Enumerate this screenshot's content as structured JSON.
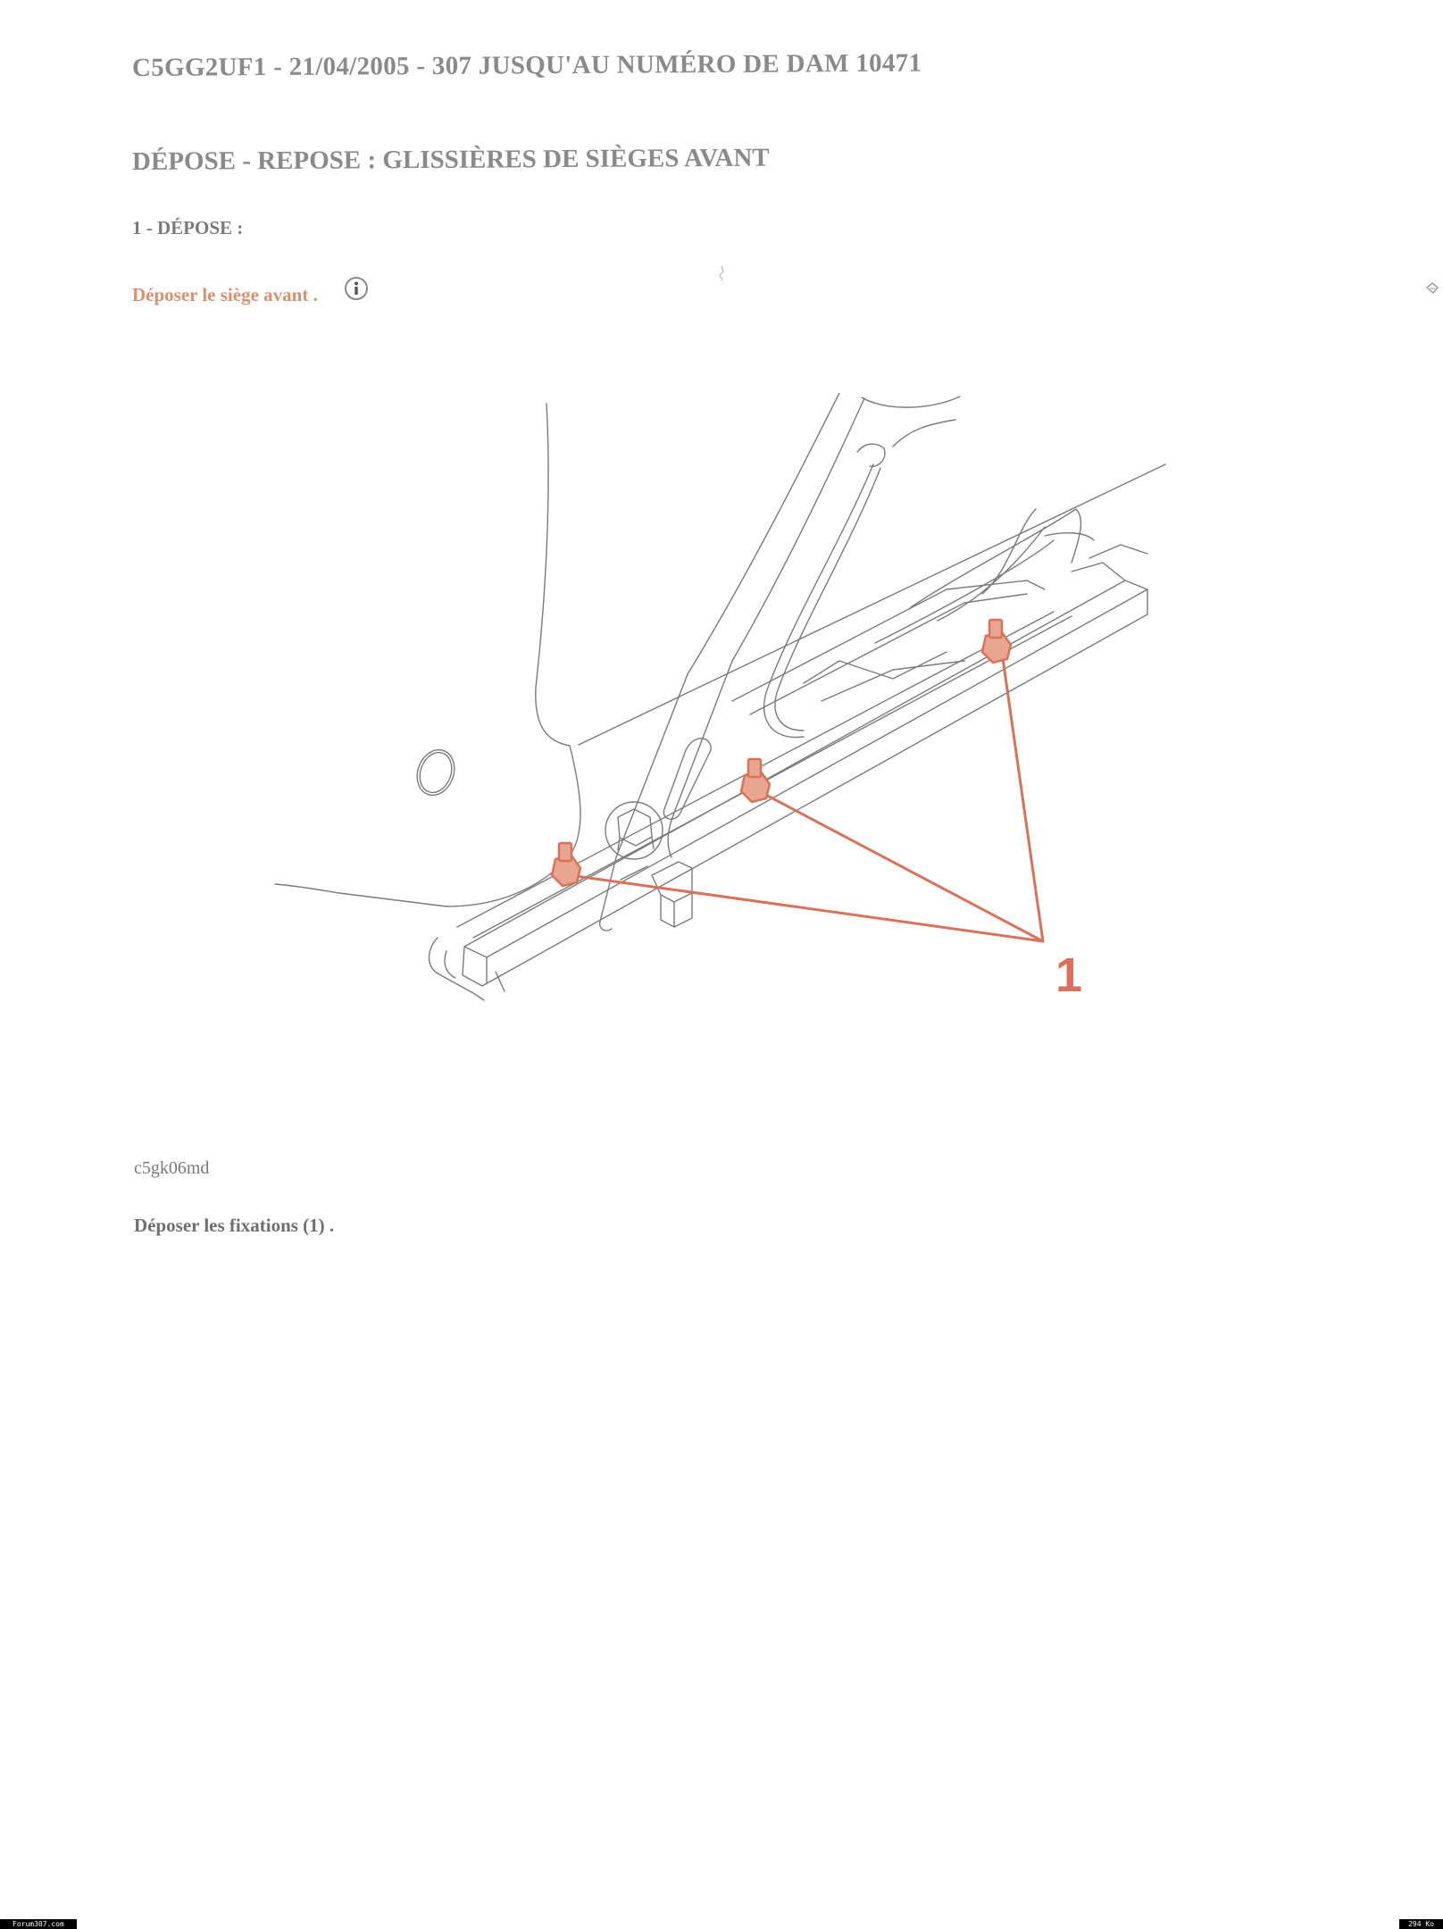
{
  "document": {
    "header": "C5GG2UF1 - 21/04/2005 - 307 JUSQU'AU NUMÉRO DE DAM 10471",
    "title": "DÉPOSE - REPOSE : GLISSIÈRES DE SIÈGES AVANT",
    "section_heading": "1 - DÉPOSE :",
    "step_link": "Déposer le siège avant .",
    "info_icon": "info-circle-icon",
    "figure": {
      "callout_label": "1",
      "code": "c5gk06md",
      "callout_color": "#d9725a"
    },
    "instruction": "Déposer les fixations (1) ."
  },
  "footer": {
    "left": "Forum307.com",
    "right": "294 Ko"
  }
}
